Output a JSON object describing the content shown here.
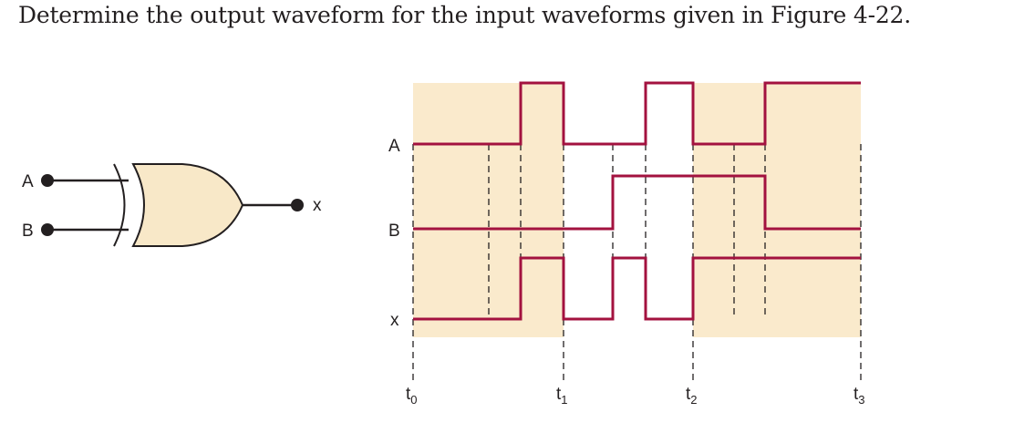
{
  "question": "Determine the output waveform for the input waveforms given in Figure 4-22.",
  "gate": {
    "type": "XOR",
    "input_labels": [
      "A",
      "B"
    ],
    "output_label": "x"
  },
  "waveforms": {
    "signals": [
      {
        "name": "A",
        "transitions": [
          0,
          0,
          1,
          0,
          0,
          1,
          0,
          0,
          1,
          0
        ]
      },
      {
        "name": "B",
        "transitions": [
          0,
          0,
          0,
          0,
          1,
          1,
          1,
          1,
          0,
          0
        ]
      },
      {
        "name": "x",
        "transitions": [
          0,
          0,
          1,
          0,
          1,
          0,
          1,
          1,
          1,
          0
        ]
      }
    ],
    "time_labels": [
      {
        "base": "t",
        "sub": "0"
      },
      {
        "base": "t",
        "sub": "1"
      },
      {
        "base": "t",
        "sub": "2"
      },
      {
        "base": "t",
        "sub": "3"
      }
    ]
  },
  "colors": {
    "gate_fill": "#f8e8c8",
    "shade": "#faeacc",
    "wave": "#a3123f",
    "ink": "#231f20"
  }
}
